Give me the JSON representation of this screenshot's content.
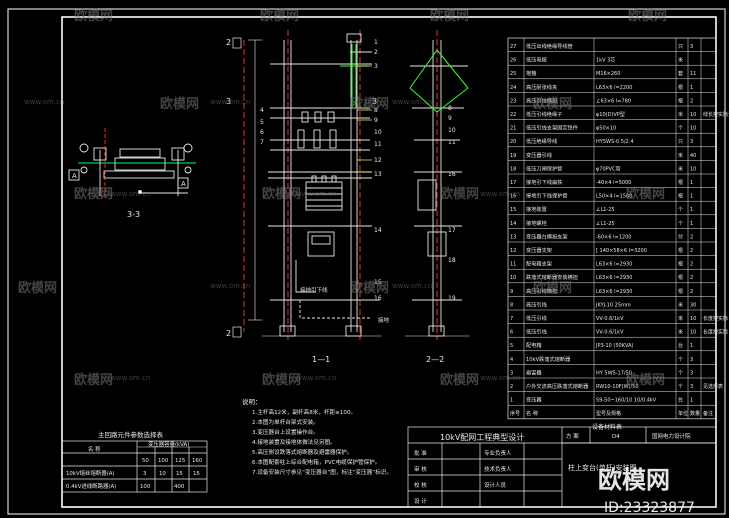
{
  "watermark": {
    "brand": "欧模网",
    "url": "www.om.cn",
    "big_brand": "欧模网",
    "id_text": "ID:23323877"
  },
  "views": {
    "section_33": "3-3",
    "section_11": "1—1",
    "section_22": "2—2",
    "cut_marks_11": [
      "2",
      "2",
      "3",
      "3"
    ],
    "cut_mark_a": "A",
    "callouts_11": [
      "1",
      "2",
      "3",
      "4",
      "5",
      "6",
      "7",
      "8",
      "9",
      "10",
      "11",
      "12",
      "13",
      "14",
      "15",
      "16"
    ],
    "callouts_22": [
      "8",
      "9",
      "10",
      "11",
      "16",
      "17",
      "18",
      "19"
    ],
    "label_ground_wire": "接地引下线",
    "label_ground": "接地"
  },
  "notes": {
    "heading": "说明：",
    "lines": [
      "1.主杆高12米，副杆高8米，杆距≥100。",
      "2.本图为单杆台架式安装。",
      "3.变压器台上设置操作台。",
      "4.接地装置及接地体做法见另图。",
      "5.高压侧设跌落式熔断器及避雷器保护。",
      "6.本图配套柱上综合配电箱，PVC电缆保护管保护。",
      "7.设备安装尺寸参见“变压器台”图，标注“变压器”标识。"
    ]
  },
  "select_table": {
    "title": "主回路元件参数选择表",
    "header_name": "名   称",
    "header_group": "变压器容量(kVA)",
    "capacities": [
      "50",
      "100",
      "125",
      "160"
    ],
    "rows": [
      {
        "name": "10kV熔丝熔断器(A)",
        "values": [
          "3",
          "10",
          "15",
          "15"
        ]
      },
      {
        "name": "0.4kV进线断路器(A)",
        "values": [
          "100",
          "",
          "400",
          ""
        ]
      }
    ]
  },
  "materials": {
    "rows": [
      {
        "no": "27",
        "name": "低压出线绝缘导线管",
        "spec": "",
        "unit": "只",
        "qty": "3",
        "note": ""
      },
      {
        "no": "26",
        "name": "低压电缆",
        "spec": "1kV 3芯",
        "unit": "米",
        "qty": "",
        "note": ""
      },
      {
        "no": "25",
        "name": "抱箍",
        "spec": "M16×260",
        "unit": "套",
        "qty": "11",
        "note": ""
      },
      {
        "no": "24",
        "name": "高压耐张线夹",
        "spec": "L63×6 l=2200",
        "unit": "根",
        "qty": "1",
        "note": ""
      },
      {
        "no": "23",
        "name": "高压引线横担",
        "spec": "∠63×6 l=780",
        "unit": "根",
        "qty": "2",
        "note": ""
      },
      {
        "no": "22",
        "name": "低压引线绝缘子",
        "spec": "φ10(D)VP型",
        "unit": "米",
        "qty": "10",
        "note": "线长按实际计"
      },
      {
        "no": "21",
        "name": "低压引线支架固定铁件",
        "spec": "φ50×10",
        "unit": "个",
        "qty": "10",
        "note": ""
      },
      {
        "no": "20",
        "name": "低压绝缘导线",
        "spec": "HY5WS-0.5/2.4",
        "unit": "只",
        "qty": "3",
        "note": ""
      },
      {
        "no": "19",
        "name": "变压器引线",
        "spec": "",
        "unit": "米",
        "qty": "40",
        "note": ""
      },
      {
        "no": "18",
        "name": "低压刀闸保护管",
        "spec": "φ70PVC管",
        "unit": "米",
        "qty": "10",
        "note": ""
      },
      {
        "no": "17",
        "name": "接地引下线扁铁",
        "spec": "-40×4 l=5000",
        "unit": "根",
        "qty": "1",
        "note": ""
      },
      {
        "no": "16",
        "name": "接地引下线保护管",
        "spec": "L50×4 l=1500",
        "unit": "根",
        "qty": "1",
        "note": ""
      },
      {
        "no": "15",
        "name": "接地装置",
        "spec": "∠L1-25",
        "unit": "个",
        "qty": "1",
        "note": ""
      },
      {
        "no": "14",
        "name": "接地螺栓",
        "spec": "∠L1-25",
        "unit": "个",
        "qty": "1",
        "note": ""
      },
      {
        "no": "13",
        "name": "变压器台横担支架",
        "spec": "-60×6 l=1200",
        "unit": "付",
        "qty": "2",
        "note": ""
      },
      {
        "no": "12",
        "name": "变压器支架",
        "spec": "[ 140×58×6 l=3200",
        "unit": "根",
        "qty": "2",
        "note": ""
      },
      {
        "no": "11",
        "name": "配电箱支架",
        "spec": "L63×6 l=2930",
        "unit": "根",
        "qty": "2",
        "note": ""
      },
      {
        "no": "10",
        "name": "跌落式熔断器安装横担",
        "spec": "L63×6 l=2930",
        "unit": "根",
        "qty": "2",
        "note": ""
      },
      {
        "no": "9",
        "name": "高压引线横担",
        "spec": "L63×6 l=2930",
        "unit": "根",
        "qty": "2",
        "note": ""
      },
      {
        "no": "8",
        "name": "高压引线",
        "spec": "JKYJ-10 25mm",
        "unit": "米",
        "qty": "30",
        "note": ""
      },
      {
        "no": "7",
        "name": "低压引线",
        "spec": "VV-0.6/1kV",
        "unit": "米",
        "qty": "10",
        "note": "长度按实际"
      },
      {
        "no": "6",
        "name": "低压引线",
        "spec": "VV-0.6/1kV",
        "unit": "米",
        "qty": "10",
        "note": "长度按实际"
      },
      {
        "no": "5",
        "name": "配电箱",
        "spec": "JP3-10 (50KVA)",
        "unit": "台",
        "qty": "1",
        "note": ""
      },
      {
        "no": "4",
        "name": "10kV跌落式熔断器",
        "spec": "",
        "unit": "个",
        "qty": "3",
        "note": ""
      },
      {
        "no": "3",
        "name": "避雷器",
        "spec": "HY 5WS-17/50",
        "unit": "个",
        "qty": "3",
        "note": ""
      },
      {
        "no": "2",
        "name": "户外交流高压跌落式熔断器",
        "spec": "RW10-10F(W)/50",
        "unit": "个",
        "qty": "3",
        "note": "见选择表"
      },
      {
        "no": "1",
        "name": "变压器",
        "spec": "S9-50~160/10 10/0.4kV",
        "unit": "台",
        "qty": "1",
        "note": ""
      }
    ],
    "header": {
      "no": "序号",
      "name": "名   称",
      "spec": "型号及规格",
      "unit": "单位",
      "qty": "数量",
      "note": "备注"
    },
    "caption": "设备材料表"
  },
  "title_block": {
    "project": "10kV配网工程典型设计",
    "roles": [
      "批   准",
      "审   核",
      "校   核",
      "设   计"
    ],
    "roles_right": [
      "专业负责人",
      "技术负责人",
      "设计人员"
    ],
    "scheme_label": "方  案",
    "scheme_value": "D4",
    "company": "国网电力设计院",
    "drawing_title": "柱上变台(单杆)安装图"
  }
}
